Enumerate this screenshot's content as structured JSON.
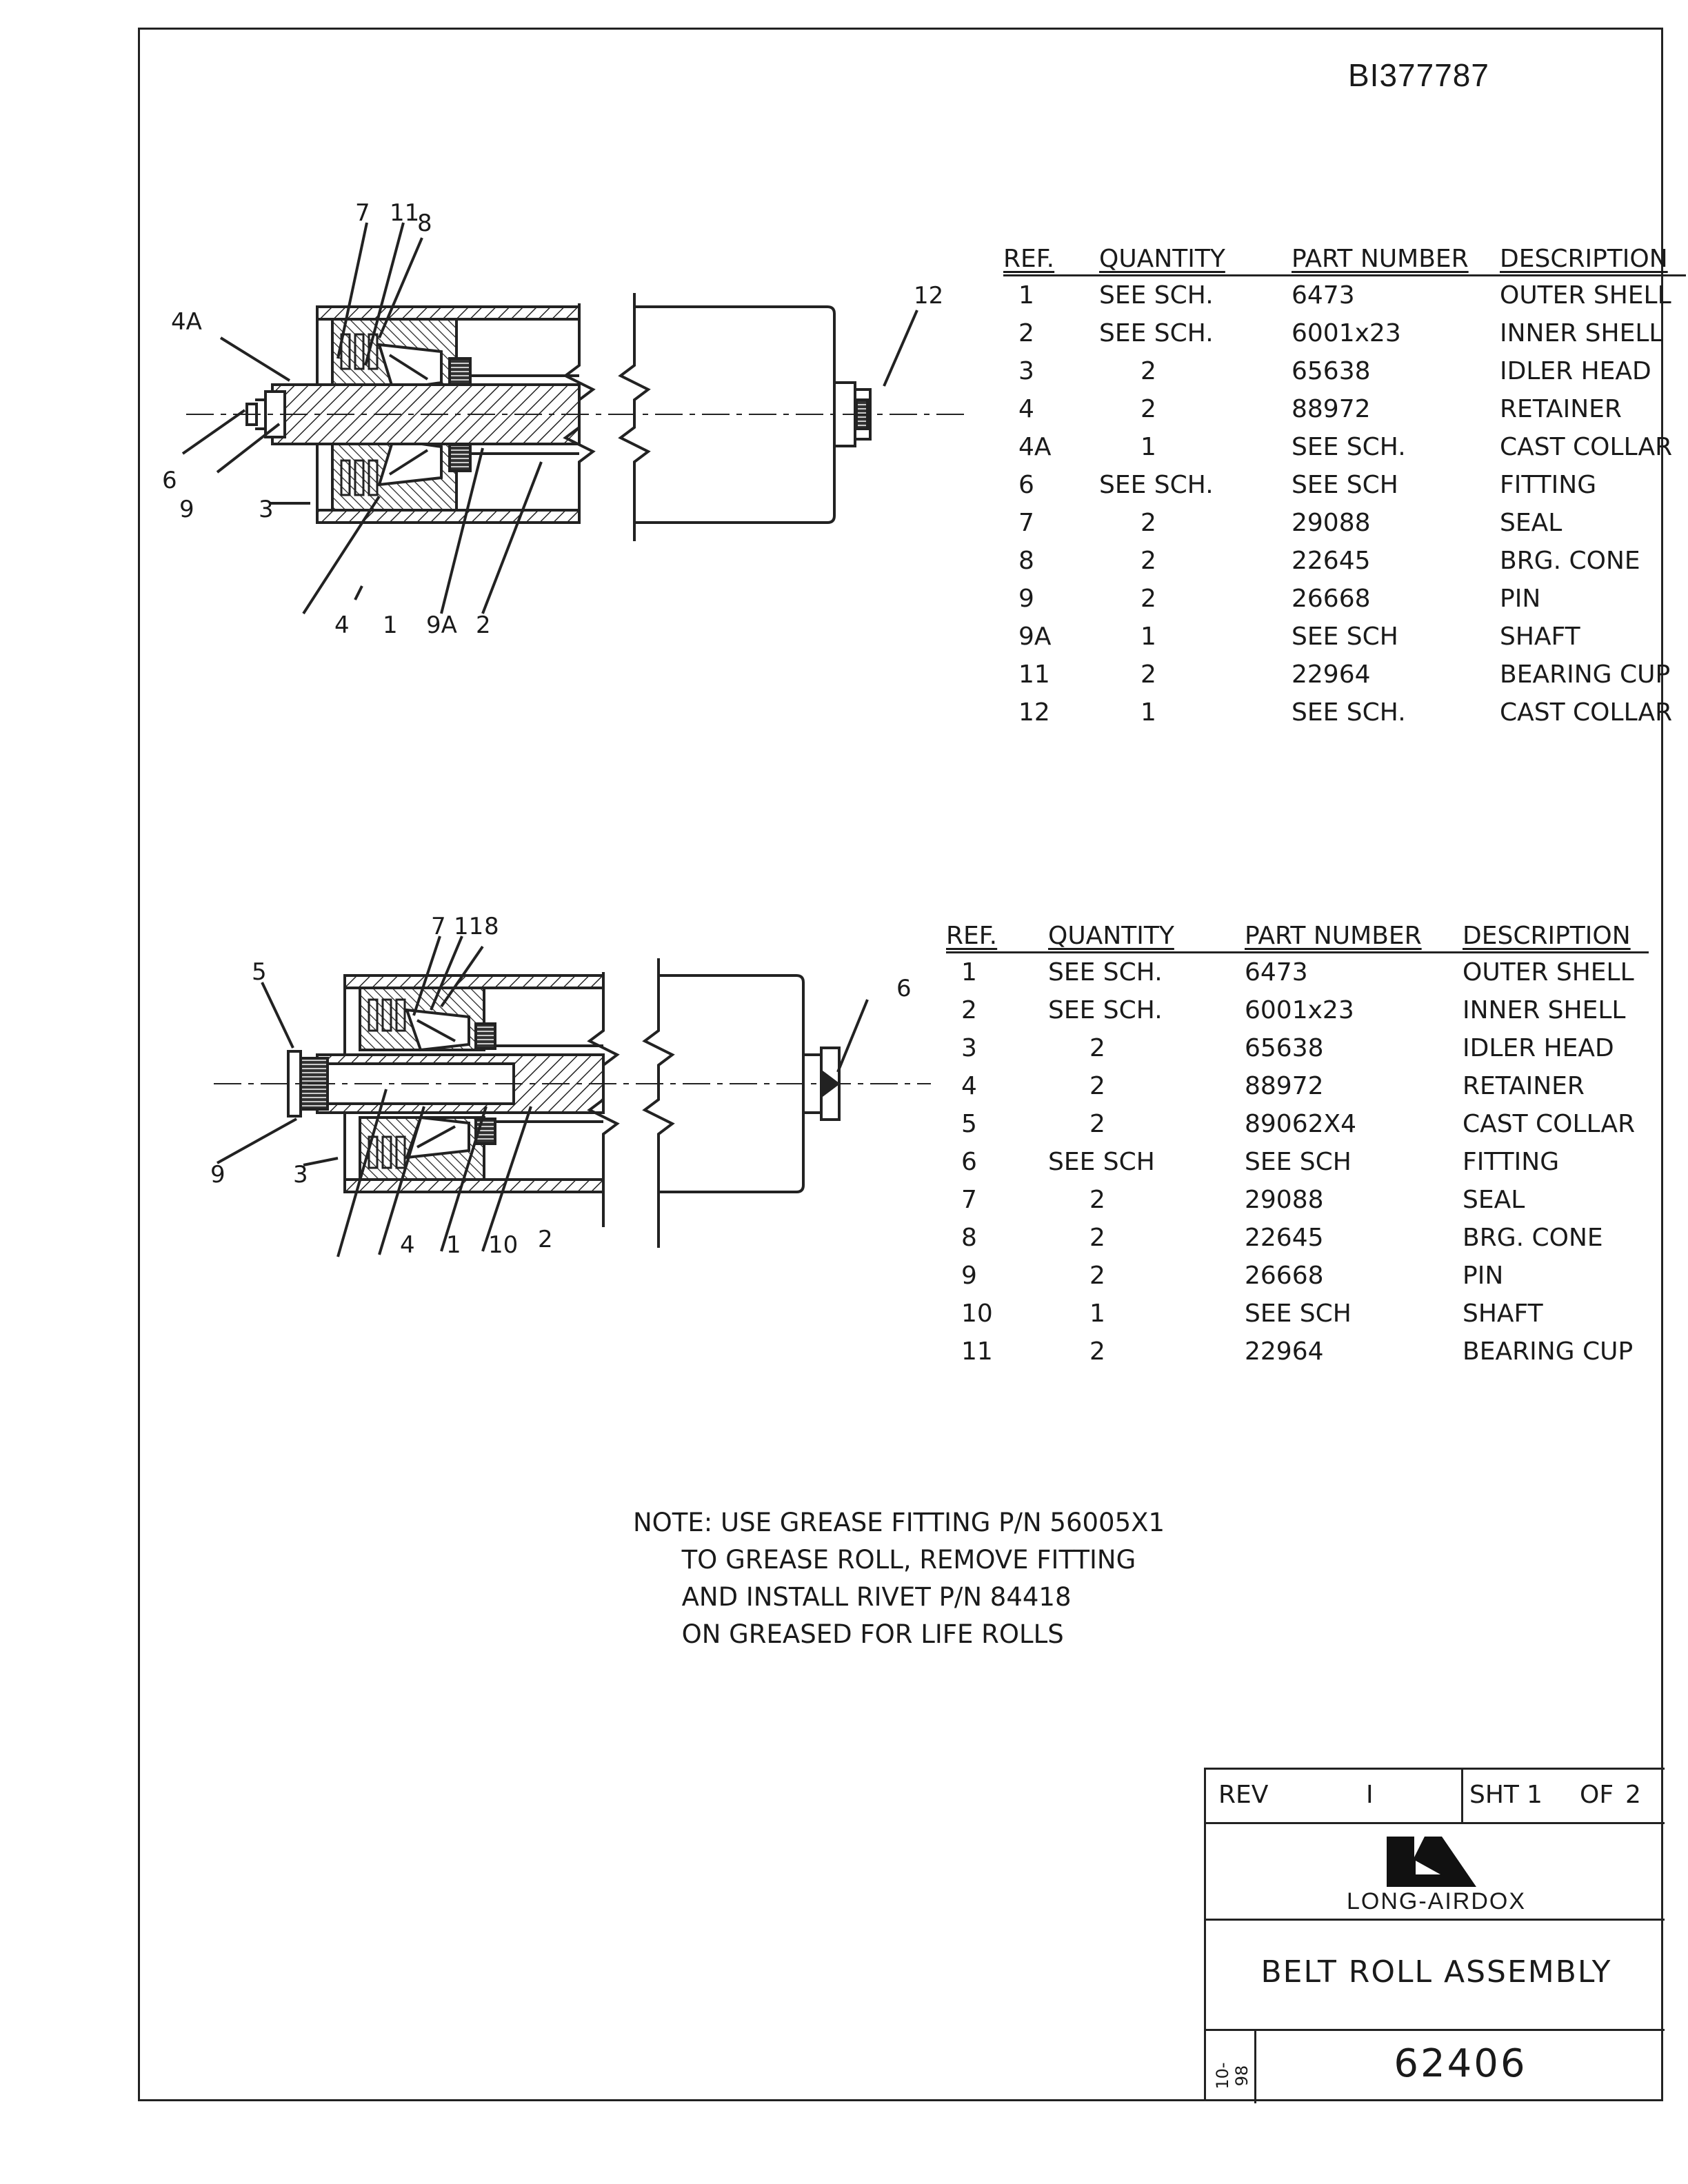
{
  "document_id": "BI377787",
  "figure1": {
    "callouts": [
      "7",
      "11",
      "8",
      "4A",
      "12",
      "6",
      "9",
      "3",
      "4",
      "1",
      "9A",
      "2"
    ]
  },
  "figure2": {
    "callouts": [
      "7",
      "11",
      "8",
      "5",
      "6",
      "9",
      "3",
      "4",
      "1",
      "10",
      "2"
    ]
  },
  "table1": {
    "headers": [
      "REF.",
      "QUANTITY",
      "PART NUMBER",
      "DESCRIPTION"
    ],
    "rows": [
      {
        "ref": "1",
        "qty": "SEE SCH.",
        "part": "6473",
        "desc": "OUTER SHELL"
      },
      {
        "ref": "2",
        "qty": "SEE SCH.",
        "part": "6001x23",
        "desc": "INNER SHELL"
      },
      {
        "ref": "3",
        "qty": "2",
        "part": "65638",
        "desc": "IDLER HEAD"
      },
      {
        "ref": "4",
        "qty": "2",
        "part": "88972",
        "desc": "RETAINER"
      },
      {
        "ref": "4A",
        "qty": "1",
        "part": "SEE SCH.",
        "desc": "CAST COLLAR"
      },
      {
        "ref": "6",
        "qty": "SEE SCH.",
        "part": "SEE SCH",
        "desc": "FITTING"
      },
      {
        "ref": "7",
        "qty": "2",
        "part": "29088",
        "desc": "SEAL"
      },
      {
        "ref": "8",
        "qty": "2",
        "part": "22645",
        "desc": "BRG. CONE"
      },
      {
        "ref": "9",
        "qty": "2",
        "part": "26668",
        "desc": "PIN"
      },
      {
        "ref": "9A",
        "qty": "1",
        "part": "SEE SCH",
        "desc": "SHAFT"
      },
      {
        "ref": "11",
        "qty": "2",
        "part": "22964",
        "desc": "BEARING CUP"
      },
      {
        "ref": "12",
        "qty": "1",
        "part": "SEE SCH.",
        "desc": "CAST COLLAR"
      }
    ]
  },
  "table2": {
    "headers": [
      "REF.",
      "QUANTITY",
      "PART NUMBER",
      "DESCRIPTION"
    ],
    "rows": [
      {
        "ref": "1",
        "qty": "SEE SCH.",
        "part": "6473",
        "desc": "OUTER SHELL"
      },
      {
        "ref": "2",
        "qty": "SEE SCH.",
        "part": "6001x23",
        "desc": "INNER SHELL"
      },
      {
        "ref": "3",
        "qty": "2",
        "part": "65638",
        "desc": "IDLER HEAD"
      },
      {
        "ref": "4",
        "qty": "2",
        "part": "88972",
        "desc": "RETAINER"
      },
      {
        "ref": "5",
        "qty": "2",
        "part": "89062X4",
        "desc": "CAST COLLAR"
      },
      {
        "ref": "6",
        "qty": "SEE SCH",
        "part": "SEE SCH",
        "desc": "FITTING"
      },
      {
        "ref": "7",
        "qty": "2",
        "part": "29088",
        "desc": "SEAL"
      },
      {
        "ref": "8",
        "qty": "2",
        "part": "22645",
        "desc": "BRG. CONE"
      },
      {
        "ref": "9",
        "qty": "2",
        "part": "26668",
        "desc": "PIN"
      },
      {
        "ref": "10",
        "qty": "1",
        "part": "SEE SCH",
        "desc": "SHAFT"
      },
      {
        "ref": "11",
        "qty": "2",
        "part": "22964",
        "desc": "BEARING CUP"
      }
    ]
  },
  "note": {
    "label": "NOTE:",
    "lines": [
      "USE GREASE FITTING P/N 56005X1",
      "TO GREASE ROLL, REMOVE FITTING",
      "AND INSTALL RIVET P/N 84418",
      "ON GREASED FOR LIFE ROLLS"
    ]
  },
  "title_block": {
    "rev_label": "REV",
    "rev_value": "I",
    "sheet_label": "SHT",
    "sheet_number": "1",
    "of_label": "OF",
    "sheet_total": "2",
    "company": "LONG-AIRDOX",
    "drawing_title": "BELT ROLL ASSEMBLY",
    "date_code": "10-98",
    "drawing_number": "62406"
  }
}
